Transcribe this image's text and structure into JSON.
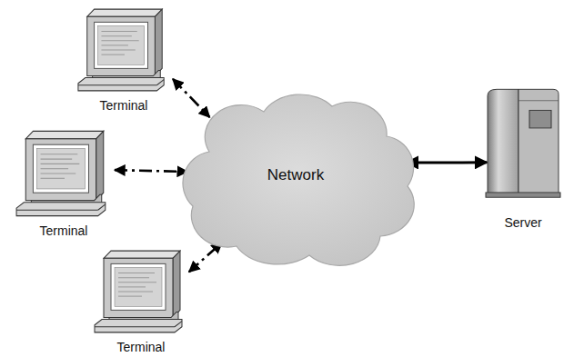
{
  "diagram": {
    "nodes": [
      {
        "text": [
          "Terminal"
        ]
      },
      {
        "text": [
          "Terminal"
        ]
      },
      {
        "text": [
          "Terminal"
        ]
      },
      {
        "text": [
          "Network"
        ]
      },
      {
        "text": [
          "Server"
        ]
      }
    ],
    "edges": [
      {
        "from": 0,
        "to": 3,
        "arrow": "both"
      },
      {
        "from": 1,
        "to": 3,
        "arrow": "both"
      },
      {
        "from": 2,
        "to": 3,
        "arrow": "both"
      },
      {
        "from": 3,
        "to": 4,
        "arrow": "both"
      }
    ]
  }
}
